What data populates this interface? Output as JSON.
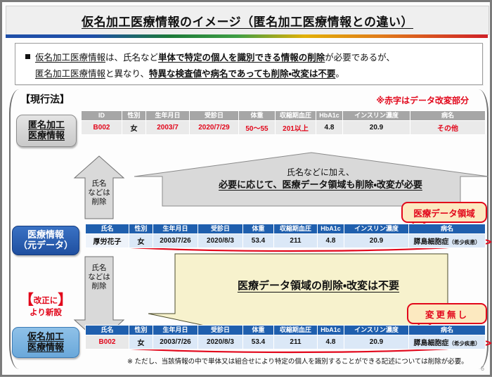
{
  "slide": {
    "title": "仮名加工医療情報のイメージ（匿名加工医療情報との違い）",
    "page_number": "6"
  },
  "lead": {
    "bullet_glyph": "■",
    "line1_a": "仮名加工医療情報",
    "line1_b": "は、氏名など",
    "line1_c": "単体で特定の個人を識別できる情報の削除",
    "line1_d": "が必要であるが、",
    "line2_a": "匿名加工医療情報",
    "line2_b": "と異なり、",
    "line2_c": "特異な検査値や病名であっても削除・改変は不要",
    "line2_d": "。"
  },
  "sections": {
    "current_law_label": "【現行法】",
    "red_note": "※赤字はデータ改変部分",
    "new_by_revision_label_line1": "改正に",
    "new_by_revision_label_line2": "より新設",
    "bracket_left": "【",
    "bracket_right": "】"
  },
  "row_labels": {
    "anonymized": [
      "匿名加工",
      "医療情報"
    ],
    "medical_original": [
      "医療情報",
      "（元データ）"
    ],
    "pseudonymized": [
      "仮名加工",
      "医療情報"
    ]
  },
  "table_anonymized": {
    "headers": [
      "ID",
      "性別",
      "生年月日",
      "受診日",
      "体重",
      "収縮期血圧",
      "HbA1c",
      "インスリン濃度",
      "病名"
    ],
    "row": [
      "B002",
      "女",
      "2003/7",
      "2020/7/29",
      "50〜55",
      "201以上",
      "4.8",
      "20.9",
      "その他"
    ],
    "red_flags": [
      true,
      false,
      true,
      true,
      true,
      true,
      false,
      false,
      true
    ]
  },
  "table_original": {
    "headers": [
      "氏名",
      "性別",
      "生年月日",
      "受診日",
      "体重",
      "収縮期血圧",
      "HbA1c",
      "インスリン濃度",
      "病名"
    ],
    "row": [
      "厚労花子",
      "女",
      "2003/7/26",
      "2020/8/3",
      "53.4",
      "211",
      "4.8",
      "20.9",
      "膵島細胞症"
    ],
    "disease_suffix": "（希少疾患）"
  },
  "table_pseudonymized": {
    "headers": [
      "氏名",
      "性別",
      "生年月日",
      "受診日",
      "体重",
      "収縮期血圧",
      "HbA1c",
      "インスリン濃度",
      "病名"
    ],
    "row": [
      "B002",
      "女",
      "2003/7/26",
      "2020/8/3",
      "53.4",
      "211",
      "4.8",
      "20.9",
      "膵島細胞症"
    ],
    "disease_suffix": "（希少疾患）"
  },
  "arrows": {
    "delete_name_upper": [
      "氏名",
      "などは",
      "削除"
    ],
    "delete_name_lower": [
      "氏名",
      "などは",
      "削除"
    ],
    "big_gray_line1": "氏名などに加え、",
    "big_gray_line2": "必要に応じて、医療データ領域も削除・改変が必要",
    "big_yellow_text": "医療データ領域の削除・改変は不要"
  },
  "callouts": {
    "medical_data_area": "医療データ領域",
    "no_change": "変更無し"
  },
  "footnote": "※ ただし、当該情報の中で単体又は組合せにより特定の個人を識別することができる記述については削除が必要。",
  "colors": {
    "red": "#e2071b",
    "blue_header": "#1f5fae",
    "blue_cell": "#dbe8f7",
    "gray_header": "#a6a6a6",
    "gray_cell": "#eaeaea",
    "callout_bg": "#fce9c0",
    "yellow_arrow": "#f7f2cd",
    "gray_arrow": "#d9d9d9"
  }
}
